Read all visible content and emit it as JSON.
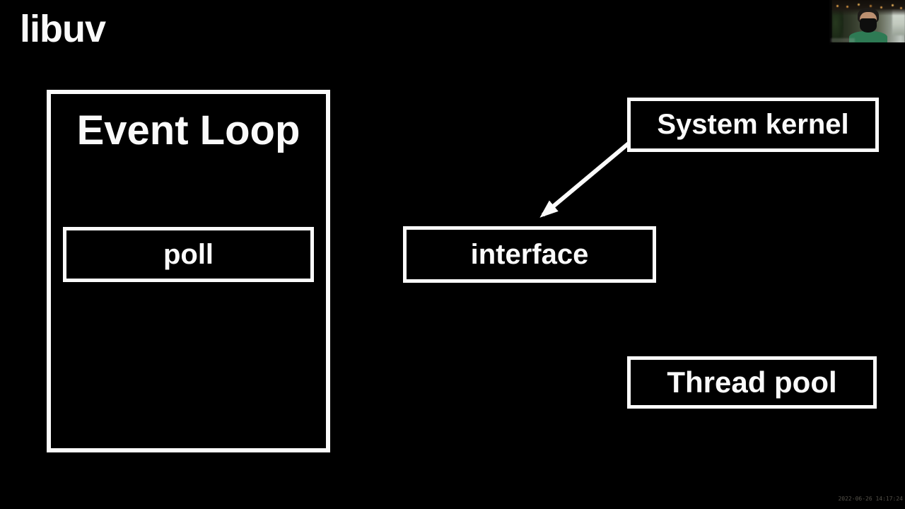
{
  "slide": {
    "title": "libuv",
    "boxes": {
      "event_loop": {
        "label": "Event Loop"
      },
      "poll": {
        "label": "poll"
      },
      "interface": {
        "label": "interface"
      },
      "system_kernel": {
        "label": "System kernel"
      },
      "thread_pool": {
        "label": "Thread pool"
      }
    },
    "connections": [
      {
        "from": "system_kernel",
        "to": "interface",
        "style": "arrow"
      }
    ],
    "colors": {
      "background": "#000000",
      "stroke": "#fbfbfb",
      "text": "#fafafa"
    }
  },
  "overlay": {
    "recording_timestamp": "2022-06-26 14:17:24"
  }
}
